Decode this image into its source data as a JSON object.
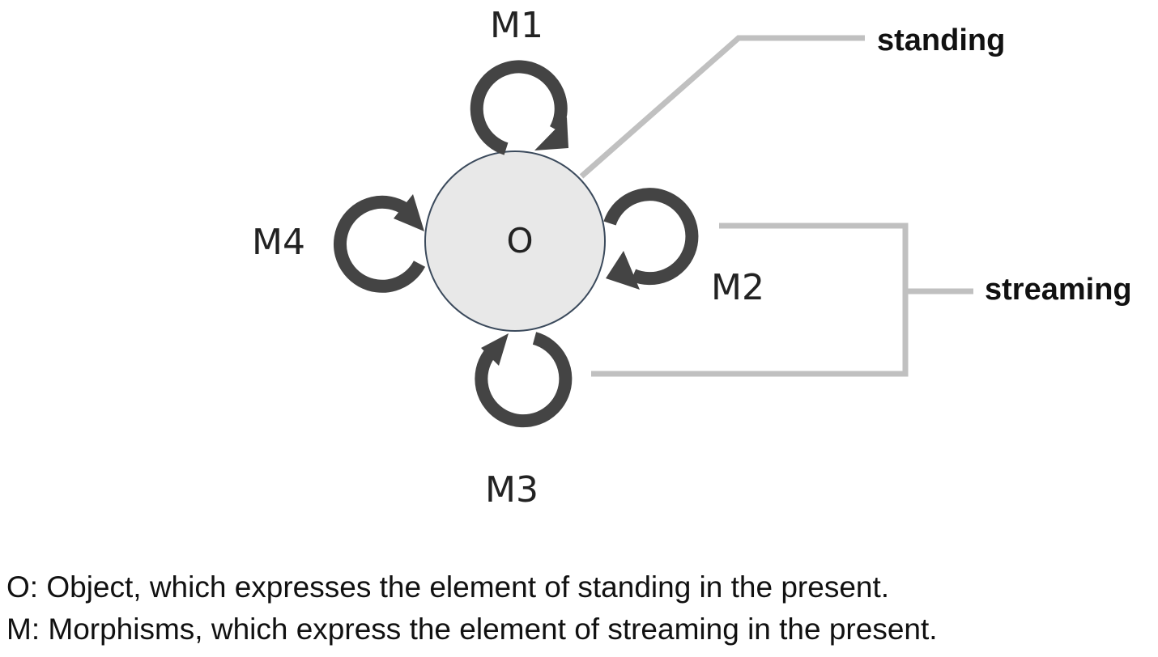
{
  "diagram": {
    "object": {
      "label": "O",
      "fill": "#e8e8e8",
      "stroke": "#3b4a5c"
    },
    "morphisms": [
      {
        "label": "M1"
      },
      {
        "label": "M2"
      },
      {
        "label": "M3"
      },
      {
        "label": "M4"
      }
    ],
    "arrow_color": "#444444",
    "connector_color": "#c0c0c0",
    "callouts": {
      "standing": "standing",
      "streaming": "streaming"
    }
  },
  "legend": {
    "line1": "O: Object, which expresses the element of standing in the present.",
    "line2": "M: Morphisms, which express the element of streaming in the present."
  }
}
